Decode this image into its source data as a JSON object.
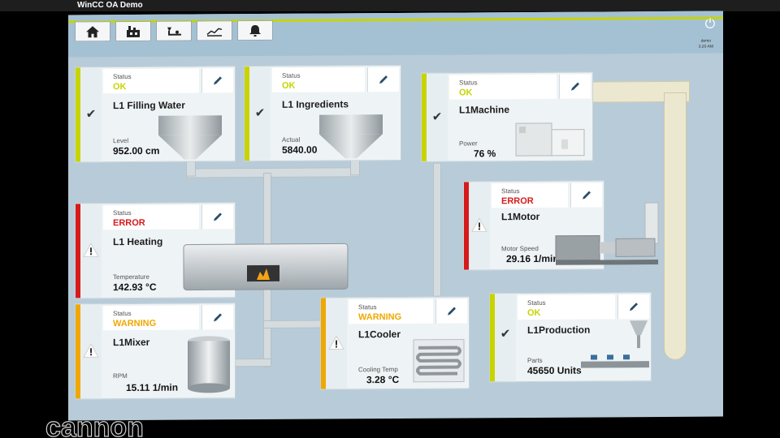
{
  "app": {
    "title": "WinCC OA Demo"
  },
  "header": {
    "nav": [
      {
        "name": "home",
        "icon": "home-icon"
      },
      {
        "name": "plant",
        "icon": "plant-icon"
      },
      {
        "name": "process",
        "icon": "process-icon"
      },
      {
        "name": "trend",
        "icon": "trend-icon"
      },
      {
        "name": "alarm",
        "icon": "alarm-bell-icon"
      }
    ],
    "user": {
      "name": "demo",
      "time": "3:20 AM"
    }
  },
  "colors": {
    "ok": "#c8d400",
    "error": "#d61a1a",
    "warning": "#f0a800"
  },
  "panels": [
    {
      "id": "filling-water",
      "status_label": "Status",
      "status": "OK",
      "title": "L1 Filling Water",
      "value_label": "Level",
      "value": "952.00 cm"
    },
    {
      "id": "ingredients",
      "status_label": "Status",
      "status": "OK",
      "title": "L1 Ingredients",
      "value_label": "Actual",
      "value": "5840.00"
    },
    {
      "id": "machine",
      "status_label": "Status",
      "status": "OK",
      "title": "L1Machine",
      "value_label": "Power",
      "value": "76 %"
    },
    {
      "id": "heating",
      "status_label": "Status",
      "status": "ERROR",
      "title": "L1 Heating",
      "value_label": "Temperature",
      "value": "142.93 °C"
    },
    {
      "id": "motor",
      "status_label": "Status",
      "status": "ERROR",
      "title": "L1Motor",
      "value_label": "Motor Speed",
      "value": "29.16 1/min"
    },
    {
      "id": "mixer",
      "status_label": "Status",
      "status": "WARNING",
      "title": "L1Mixer",
      "value_label": "RPM",
      "value": "15.11 1/min"
    },
    {
      "id": "cooler",
      "status_label": "Status",
      "status": "WARNING",
      "title": "L1Cooler",
      "value_label": "Cooling Temp",
      "value": "3.28 °C"
    },
    {
      "id": "production",
      "status_label": "Status",
      "status": "OK",
      "title": "L1Production",
      "value_label": "Parts",
      "value": "45650 Units"
    }
  ],
  "watermark": "cannon"
}
